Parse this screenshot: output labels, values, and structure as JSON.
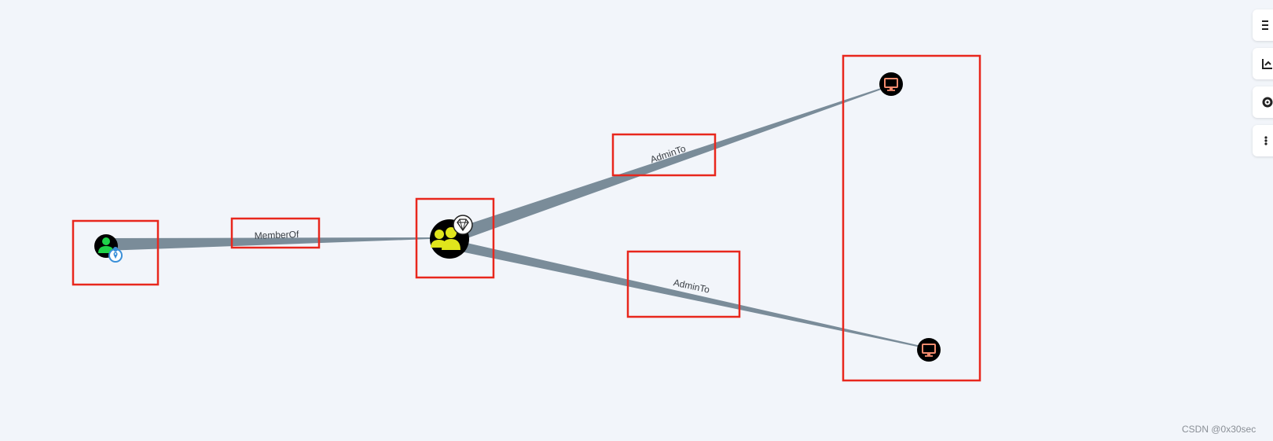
{
  "graph": {
    "nodes": [
      {
        "id": "user",
        "type": "User",
        "icon": "user-icon",
        "badge": "owned-pin-icon",
        "color": "#1fd24a"
      },
      {
        "id": "group",
        "type": "Group",
        "icon": "group-icon",
        "badge": "high-value-gem-icon",
        "color": "#e0e51c"
      },
      {
        "id": "computer1",
        "type": "Computer",
        "icon": "computer-icon",
        "color": "#f28b6e"
      },
      {
        "id": "computer2",
        "type": "Computer",
        "icon": "computer-icon",
        "color": "#f28b6e"
      }
    ],
    "edges": [
      {
        "from": "user",
        "to": "group",
        "label": "MemberOf"
      },
      {
        "from": "group",
        "to": "computer1",
        "label": "AdminTo"
      },
      {
        "from": "group",
        "to": "computer2",
        "label": "AdminTo"
      }
    ],
    "edge_color": "#7a8c99",
    "highlight_color": "#e8271d"
  },
  "toolbar": {
    "buttons": [
      "layout-icon",
      "export-icon",
      "settings-icon",
      "more-icon"
    ]
  },
  "watermark": "CSDN @0x30sec"
}
